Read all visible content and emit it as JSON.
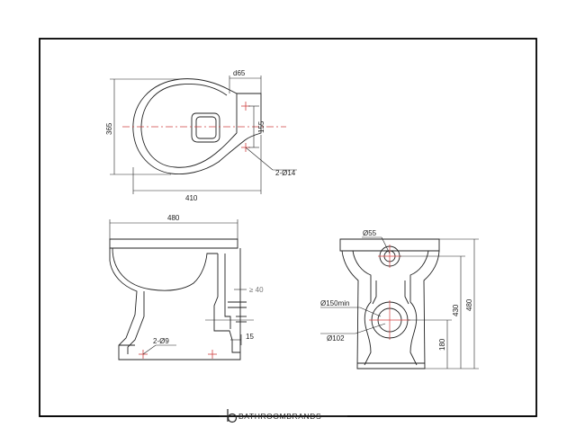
{
  "brand": {
    "name": "BATHROOMBRANDS",
    "logo_icon": "b-logo-icon"
  },
  "colors": {
    "line": "#222222",
    "centerline": "#d04040",
    "frame": "#000000"
  },
  "plan_view": {
    "dim_d65": "d65",
    "dim_365": "365",
    "dim_155": "155",
    "dim_fixing_holes": "2-Ø14",
    "dim_410": "410"
  },
  "side_view": {
    "dim_480": "480",
    "dim_min_40": "≥ 40",
    "dim_15": "15",
    "dim_fixing_holes": "2-Ø9"
  },
  "rear_view": {
    "dim_inlet": "Ø55",
    "dim_outlet_min": "Ø150min",
    "dim_outlet": "Ø102",
    "dim_430": "430",
    "dim_480": "480",
    "dim_180": "180"
  }
}
